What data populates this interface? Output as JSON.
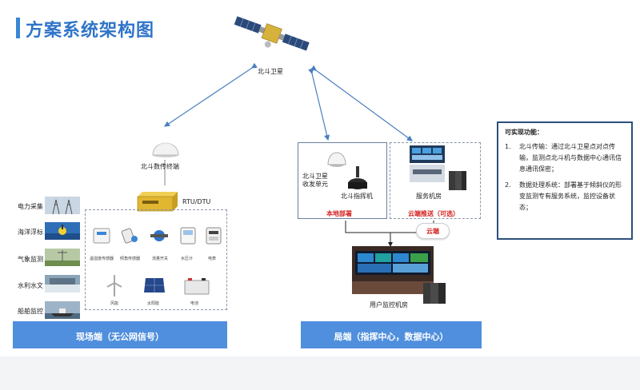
{
  "header": {
    "title": "方案系统架构图"
  },
  "satellite": {
    "label": "北斗卫星"
  },
  "field": {
    "transmitter_label": "北斗数传终端",
    "rtu_label": "RTU/DTU",
    "left_items": [
      "电力采集",
      "海洋浮标",
      "气象监测",
      "水利水文",
      "船舶监控"
    ],
    "sensors": [
      "温湿度传感器",
      "倾角传感器",
      "流量开关",
      "水压计",
      "电表"
    ],
    "power": [
      "风能",
      "太阳能",
      "电池"
    ],
    "footer": "现场端（无公网信号）"
  },
  "bureau": {
    "transceiver_label": "北斗卫星\n收发单元",
    "command_label": "北斗指挥机",
    "local_label": "本地部署",
    "server_label": "服务机房",
    "cloud_push_label": "云端推送（可选）",
    "cloud_label": "云端",
    "monitor_label": "用户监控机房",
    "footer": "局端（指挥中心，数据中心）"
  },
  "functions": {
    "title": "可实现功能：",
    "items": [
      {
        "num": "1.",
        "text": "北斗传输：通过北斗卫星点对点传输，监测点北斗机与数据中心通讯信息通讯保密；"
      },
      {
        "num": "2.",
        "text": "数据处理系统：部署基于倾斜仪的形变监测专有服务系统，监控设备状态；"
      }
    ]
  },
  "colors": {
    "accent": "#2f74c8",
    "footer": "#4f8fdd",
    "arrow": "#4a7fc0",
    "highlight": "#d42020"
  }
}
